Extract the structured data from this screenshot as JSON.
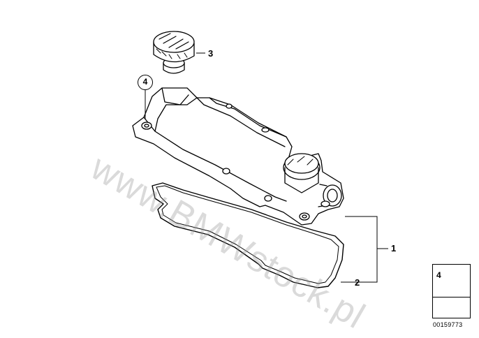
{
  "callouts": {
    "part1": "1",
    "part2": "2",
    "part3": "3",
    "part4": "4"
  },
  "legend": {
    "part_number": "4",
    "document_number": "00159773"
  },
  "watermark": "www.BMWstock.pl",
  "colors": {
    "line": "#000000",
    "fill": "#ffffff",
    "watermark": "#969696"
  }
}
